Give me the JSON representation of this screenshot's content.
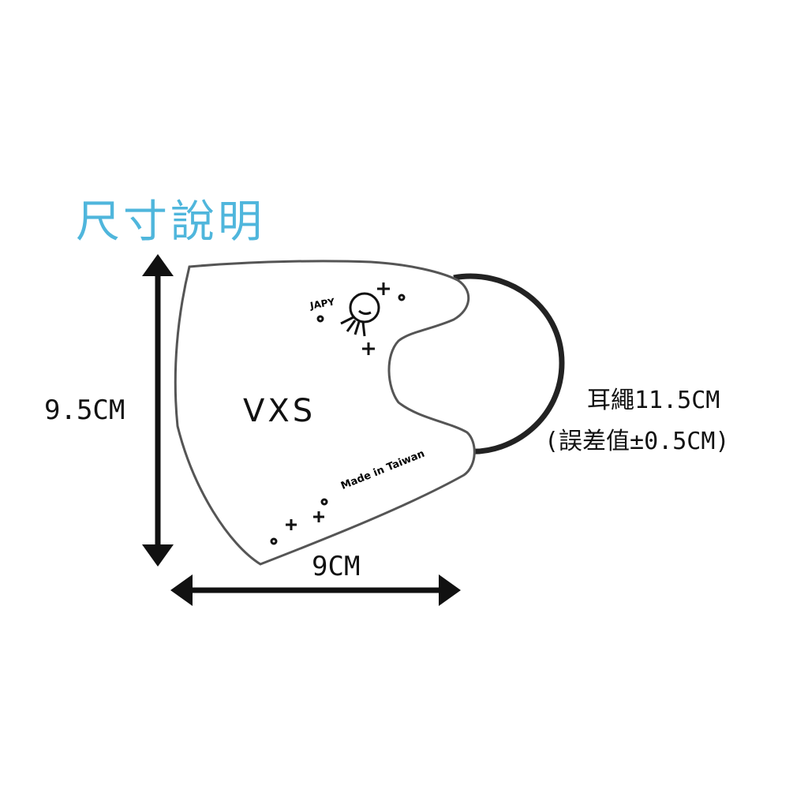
{
  "title": "尺寸說明",
  "dimensions": {
    "height": "9.5CM",
    "width": "9CM",
    "ear_loop": "耳繩11.5CM",
    "tolerance": "(誤差值±0.5CM)"
  },
  "mask": {
    "size": "VXS",
    "brand": "JAPY",
    "origin": "Made in Taiwan"
  },
  "colors": {
    "title": "#4fb6dc",
    "ink": "#111111"
  }
}
